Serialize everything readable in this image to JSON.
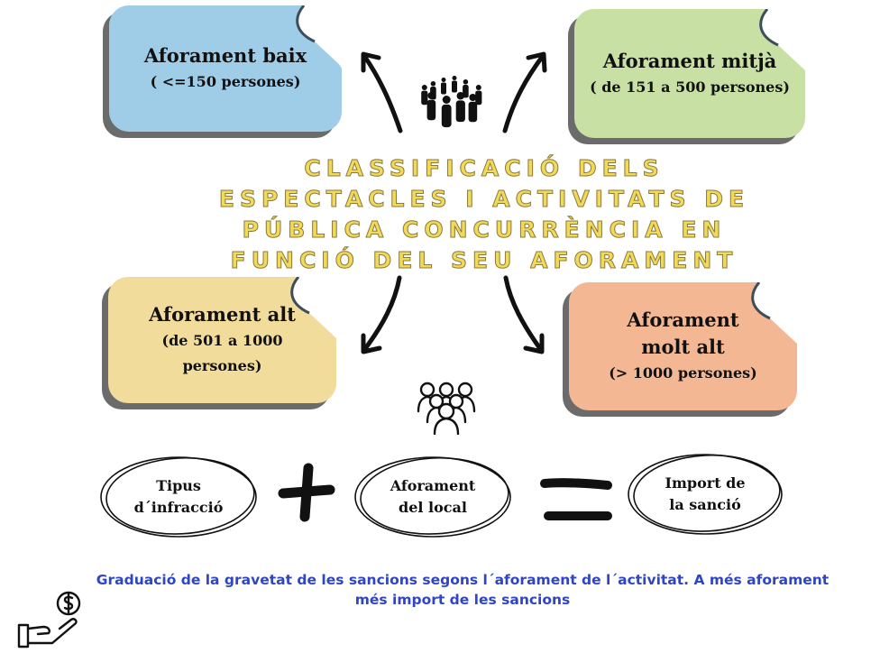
{
  "title": "CLASSIFICACIÓ DELS ESPECTACLES I ACTIVITATS DE PÚBLICA CONCURRÈNCIA EN FUNCIÓ DEL SEU AFORAMENT",
  "notes": [
    {
      "id": "baix",
      "line1": "Aforament baix",
      "line2": "( <=150 persones)",
      "color": "#9fcde8"
    },
    {
      "id": "mitja",
      "line1": "Aforament mitjà",
      "line2": "( de 151 a 500 persones)",
      "color": "#c8e0a4"
    },
    {
      "id": "alt",
      "line1": "Aforament alt",
      "line2": "(de 501 a 1000",
      "line3": "persones)",
      "color": "#f2dc9c"
    },
    {
      "id": "molt-alt",
      "line1": "Aforament",
      "line2": "molt alt",
      "line3": "(> 1000 persones)",
      "color": "#f3b893"
    }
  ],
  "formula": {
    "term1_l1": "Tipus",
    "term1_l2": "d´infracció",
    "operator1": "+",
    "term2_l1": "Aforament",
    "term2_l2": "del local",
    "operator2": "=",
    "result_l1": "Import de",
    "result_l2": "la sanció"
  },
  "caption": {
    "line1": "Graduació de la gravetat de les sancions segons l´aforament de l´activitat. A més aforament",
    "line2": "més import de les sancions",
    "color": "#2f45c4"
  },
  "icons": [
    "crowd-icon",
    "group-icon",
    "hand-money-icon"
  ]
}
